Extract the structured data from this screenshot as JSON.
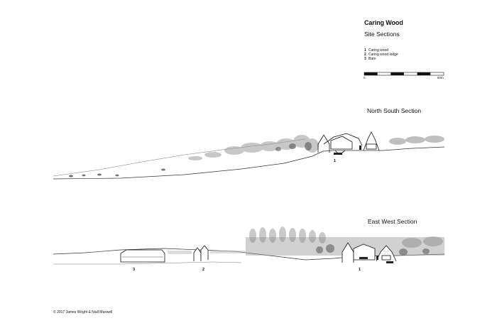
{
  "header": {
    "title": "Caring Wood",
    "subtitle": "Site Sections"
  },
  "legend": [
    {
      "num": "1",
      "label": "Caring wood"
    },
    {
      "num": "2",
      "label": "Caring wood lodge"
    },
    {
      "num": "3",
      "label": "Barn"
    }
  ],
  "scale_bar": {
    "start_label": "0",
    "end_label": "60m",
    "segments": 6
  },
  "sections": {
    "north_south": {
      "title": "North South Section",
      "markers": [
        "1"
      ]
    },
    "east_west": {
      "title": "East West Section",
      "markers": [
        "3",
        "2",
        "1"
      ]
    }
  },
  "footer": {
    "copyright": "© 2017 James Wright & Niall Maxwell"
  }
}
